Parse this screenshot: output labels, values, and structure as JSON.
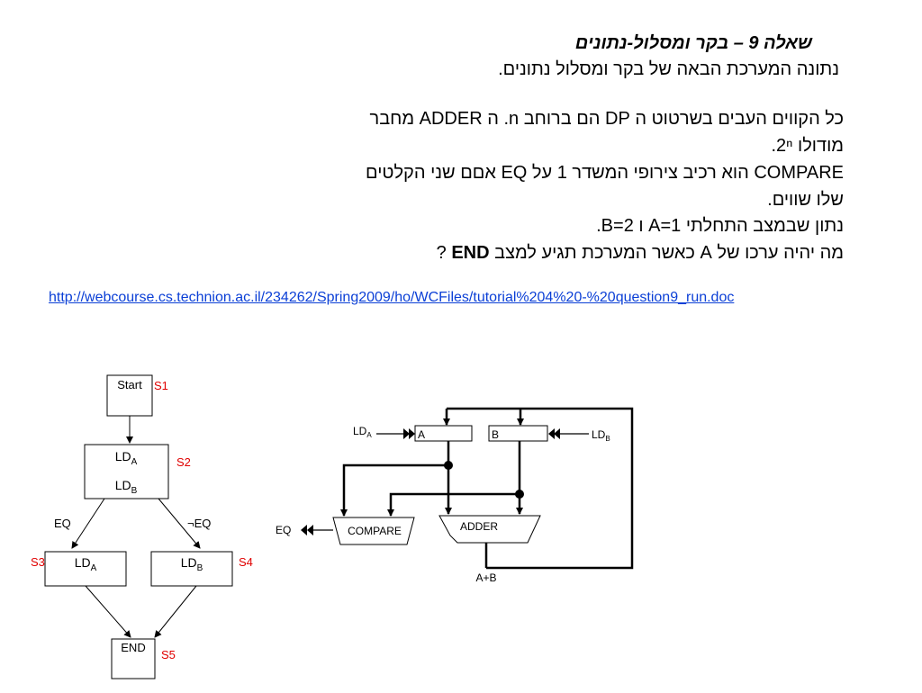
{
  "question": {
    "title": "שאלה 9 – בקר ומסלול-נתונים",
    "line1": "נתונה המערכת הבאה של בקר ומסלול נתונים.",
    "line2": "כל הקווים העבים בשרטוט ה  DP הם ברוחב n. ה ADDER מחבר",
    "line3": "מודולו 2ⁿ.",
    "line4": "COMPARE הוא רכיב צירופי המשדר 1 על EQ  אםם שני הקלטים",
    "line5": "שלו שווים.",
    "line6": "נתון שבמצב  התחלתי A=1 ו B=2.",
    "line7_a": "מה יהיה ערכו של A כאשר המערכת תגיע למצב ",
    "line7_b": "END",
    "line7_c": " ?"
  },
  "link": {
    "text": "http://webcourse.cs.technion.ac.il/234262/Spring2009/ho/WCFiles/tutorial%204%20-%20question9_run.doc"
  },
  "fsm": {
    "start_label": "Start",
    "s1": "S1",
    "s2": "S2",
    "s3": "S3",
    "s4": "S4",
    "s5": "S5",
    "ld": "LD",
    "sub_a": "A",
    "sub_b": "B",
    "eq": "EQ",
    "not_eq": "¬EQ",
    "end_label": "END"
  },
  "datapath": {
    "ld": "LD",
    "sub_a": "A",
    "sub_b": "B",
    "reg_a": "A",
    "reg_b": "B",
    "compare": "COMPARE",
    "adder": "ADDER",
    "eq_out": "EQ",
    "sum": "A+B"
  },
  "colors": {
    "state_label": "#e00000",
    "link": "#0b3fd6"
  }
}
